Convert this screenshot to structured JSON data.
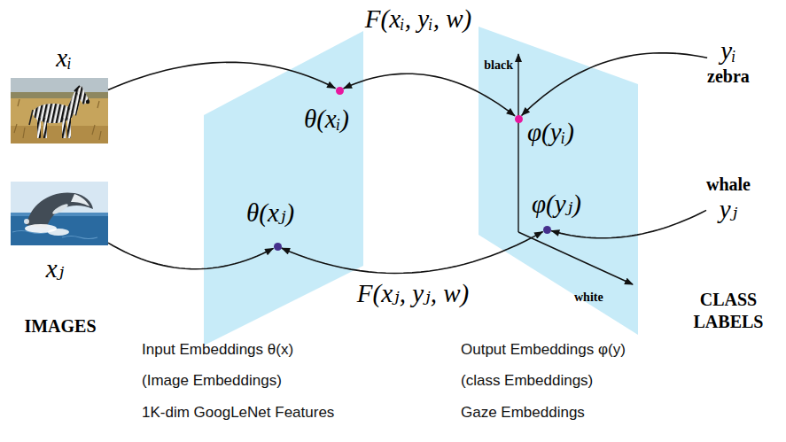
{
  "diagram": {
    "nodes": [
      {
        "text": [
          "xᵢ"
        ]
      },
      {
        "text": [
          "xⱼ"
        ]
      },
      {
        "text": [
          "Input Embeddings θ(x)",
          "(Image Embeddings)",
          "1K-dim GoogLeNet Features"
        ]
      },
      {
        "text": [
          "θ(xᵢ)"
        ],
        "in": 2
      },
      {
        "text": [
          "θ(xⱼ)"
        ],
        "in": 2
      },
      {
        "text": [
          "Output Embeddings φ(y)",
          "(class Embeddings)",
          "Gaze Embeddings"
        ]
      },
      {
        "text": [
          "φ(yᵢ)"
        ],
        "in": 5
      },
      {
        "text": [
          "φ(yⱼ)"
        ],
        "in": 5
      },
      {
        "text": [
          "yᵢ",
          "zebra"
        ]
      },
      {
        "text": [
          "whale",
          "yⱼ"
        ]
      }
    ],
    "edges": [
      {
        "from": 0,
        "to": 3,
        "arrow": "to"
      },
      {
        "from": 1,
        "to": 4,
        "arrow": "to"
      },
      {
        "from": 6,
        "to": 3,
        "arrow": "both",
        "label": "F(xᵢ, yᵢ, w)"
      },
      {
        "from": 4,
        "to": 7,
        "arrow": "both",
        "label": "F(xⱼ, yⱼ, w)"
      },
      {
        "from": 8,
        "to": 6,
        "arrow": "to"
      },
      {
        "from": 9,
        "to": 7,
        "arrow": "to"
      }
    ],
    "labels": [
      "black",
      "white",
      "IMAGES",
      "CLASS LABELS"
    ]
  }
}
